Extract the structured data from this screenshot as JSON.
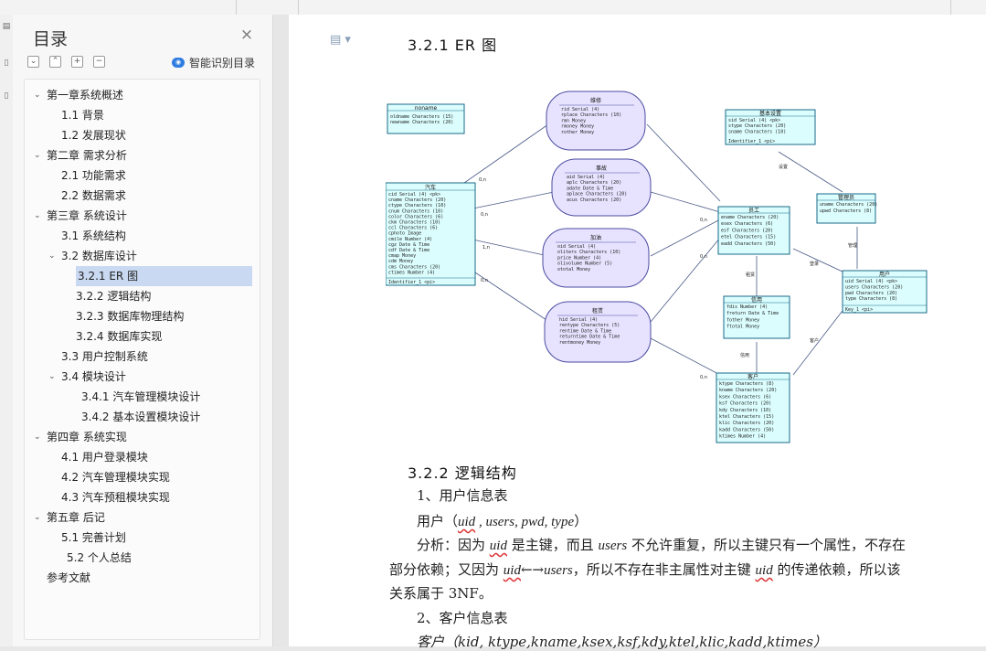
{
  "sidebar": {
    "title": "目录",
    "smart_label": "智能识别目录",
    "close_glyph": "×",
    "toolbar": [
      "⌄",
      "⌃",
      "+",
      "−"
    ],
    "items": [
      {
        "label": "第一章系统概述",
        "level": 1,
        "expanded": true
      },
      {
        "label": "1.1 背景",
        "level": 2
      },
      {
        "label": "1.2 发展现状",
        "level": 2
      },
      {
        "label": "第二章  需求分析",
        "level": 1,
        "expanded": true
      },
      {
        "label": "2.1  功能需求",
        "level": 2
      },
      {
        "label": "2.2  数据需求",
        "level": 2
      },
      {
        "label": "第三章  系统设计",
        "level": 1,
        "expanded": true
      },
      {
        "label": "3.1 系统结构",
        "level": 2
      },
      {
        "label": "3.2  数据库设计",
        "level": 2,
        "expanded": true
      },
      {
        "label": "3.2.1 ER 图",
        "level": 3,
        "selected": true
      },
      {
        "label": "3.2.2  逻辑结构",
        "level": 3
      },
      {
        "label": "3.2.3  数据库物理结构",
        "level": 3
      },
      {
        "label": "3.2.4  数据库实现",
        "level": 3
      },
      {
        "label": "3.3 用户控制系统",
        "level": 2
      },
      {
        "label": "3.4 模块设计",
        "level": 2,
        "expanded": true
      },
      {
        "label": "3.4.1  汽车管理模块设计",
        "level": 4
      },
      {
        "label": "3.4.2  基本设置模块设计",
        "level": 4
      },
      {
        "label": "第四章  系统实现",
        "level": 1,
        "expanded": true
      },
      {
        "label": "4.1 用户登录模块",
        "level": 2
      },
      {
        "label": "4.2 汽车管理模块实现",
        "level": 2
      },
      {
        "label": "4.3 汽车预租模块实现",
        "level": 2
      },
      {
        "label": "第五章  后记",
        "level": 1,
        "expanded": true
      },
      {
        "label": "5.1 完善计划",
        "level": 2
      },
      {
        "label": "5.2 个人总结",
        "level": 5
      },
      {
        "label": "参考文献",
        "level": 0
      }
    ]
  },
  "doc": {
    "heading_er": "3.2.1  ER 图",
    "heading_logic": "3.2.2  逻辑结构",
    "sec1_title": "1、用户信息表",
    "sec1_formula_prefix": "用户（",
    "sec1_formula_key": "uid",
    "sec1_formula_rest": " , users, pwd, type",
    "sec1_formula_suffix": "）",
    "analysis_line1_a": "分析：因为 ",
    "analysis_line1_key": "uid",
    "analysis_line1_b": " 是主键，而且 ",
    "analysis_line1_users": "users",
    "analysis_line1_c": " 不允许重复，所以主键只有一个属性，不存在",
    "analysis_line2_a": "部分依赖；又因为 ",
    "analysis_line2_key": "uid",
    "analysis_line2_arrow": "←→",
    "analysis_line2_users": "users",
    "analysis_line2_b": "，所以不存在非主属性对主键 ",
    "analysis_line2_key2": "uid",
    "analysis_line2_c": " 的传递依赖，所以该",
    "analysis_line3": "关系属于 3NF。",
    "sec2_title": "2、客户信息表",
    "sec2_formula": "客户（kid, ktype,kname,ksex,ksf,kdy,ktel,klic,kadd,ktimes）"
  },
  "er": {
    "entities": [
      {
        "name": "汽车",
        "rows": [
          "cid   Serial (4)   <pk>",
          "cname  Characters (20)",
          "ctype  Characters (10)",
          "cnum   Characters (10)",
          "color  Characters (6)",
          "ckm    Characters (10)",
          "ccl    Characters (6)",
          "cphoto Image",
          "cmile  Number (4)",
          "cgz    Date & Time",
          "cdf    Date & Time",
          "cmap   Money",
          "cdm    Money",
          "cms    Characters (20)",
          "ctimes Number (4)"
        ],
        "footer": "Identifier_1  <pi>"
      },
      {
        "name": "员工",
        "rows": [
          "ename Characters (20)",
          "esex  Characters (6)",
          "esf   Characters (20)",
          "etel  Characters (15)",
          "eadd  Characters (50)"
        ],
        "footer": ""
      },
      {
        "name": "客户",
        "rows": [
          "ktype  Characters (8)",
          "kname  Characters (20)",
          "ksex   Characters (6)",
          "ksf    Characters (20)",
          "kdy    Characters (10)",
          "ktel   Characters (15)",
          "klic   Characters (20)",
          "kadd   Characters (50)",
          "ktimes Number (4)"
        ],
        "footer": ""
      },
      {
        "name": "用户",
        "rows": [
          "uid   Serial (4)  <pk>",
          "users Characters (20)",
          "pwd   Characters (20)",
          "type  Characters (8)"
        ],
        "footer": "Key_1  <pi>"
      },
      {
        "name": "管理员",
        "rows": [
          "uname Characters (20)",
          "upwd  Characters (8)"
        ],
        "footer": ""
      },
      {
        "name": "基本设置",
        "rows": [
          "sid   Serial (4)  <pk>",
          "stype Characters (20)",
          "sname Characters (10)"
        ],
        "footer": "Identifier_1  <pi>"
      },
      {
        "name": "信用",
        "rows": [
          "fdis   Number (4)",
          "freturn Date & Time",
          "fother Money",
          "ftotal Money"
        ],
        "footer": ""
      },
      {
        "name": "noname",
        "rows": [
          "oldname Characters (15)",
          "newname Characters (20)"
        ],
        "footer": ""
      }
    ],
    "tables": [
      {
        "name": "维修",
        "rows": [
          "rid   Serial (4)",
          "rplace Characters (10)",
          "rmn   Money",
          "rmoney Money",
          "rother Money"
        ]
      },
      {
        "name": "事故",
        "rows": [
          "aid   Serial (4)",
          "aplc  Characters (20)",
          "adate Date & Time",
          "aplace Characters (20)",
          "acus  Characters (20)"
        ]
      },
      {
        "name": "加油",
        "rows": [
          "oid   Serial (4)",
          "oliters Characters (10)",
          "price Number (4)",
          "olivolume Number (5)",
          "ototal Money"
        ]
      },
      {
        "name": "租赁",
        "rows": [
          "hid    Serial (4)",
          "rentype Characters (5)",
          "rentime Date & Time",
          "returntime Date & Time",
          "rentmoney Money"
        ]
      }
    ],
    "cardinalities": [
      "0,n",
      "0,n",
      "1,n",
      "0,n",
      "0,n",
      "0,n",
      "0,n"
    ],
    "relation_labels": [
      "设置",
      "管理",
      "登录",
      "租赁",
      "信用",
      "客户"
    ]
  },
  "colors": {
    "selection": "#c9d9f1",
    "entity_fill": "#dbfdfd",
    "table_fill": "#e7e3ff"
  }
}
